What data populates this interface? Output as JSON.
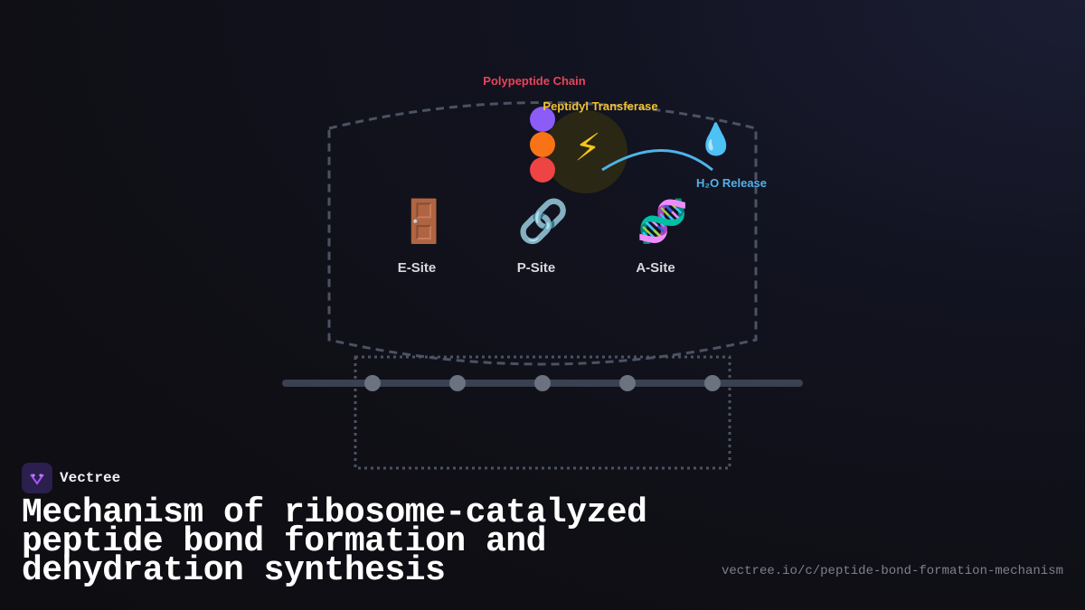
{
  "diagram": {
    "polypeptide_label": "Polypeptide Chain",
    "enzyme_label": "Peptidyl Transferase",
    "water_label": "H₂O Release",
    "sites": [
      {
        "label": "E-Site",
        "icon": "door-icon",
        "glyph": "🚪"
      },
      {
        "label": "P-Site",
        "icon": "link-icon",
        "glyph": "🔗"
      },
      {
        "label": "A-Site",
        "icon": "dna-icon",
        "glyph": "🧬"
      }
    ],
    "icons": {
      "bolt": "⚡",
      "droplet": "💧"
    },
    "colors": {
      "chain_label": "#e8445a",
      "enzyme_label": "#f2c230",
      "water_label": "#4fb3e8",
      "bead_1": "#8b5cf6",
      "bead_2": "#f97316",
      "bead_3": "#ef4444",
      "outline": "#4b5263",
      "mrna": "#3a4150",
      "codon_dot": "#6b7280"
    }
  },
  "footer": {
    "brand": "Vectree",
    "title": "Mechanism of ribosome-catalyzed peptide bond formation and dehydration synthesis",
    "url": "vectree.io/c/peptide-bond-formation-mechanism"
  }
}
